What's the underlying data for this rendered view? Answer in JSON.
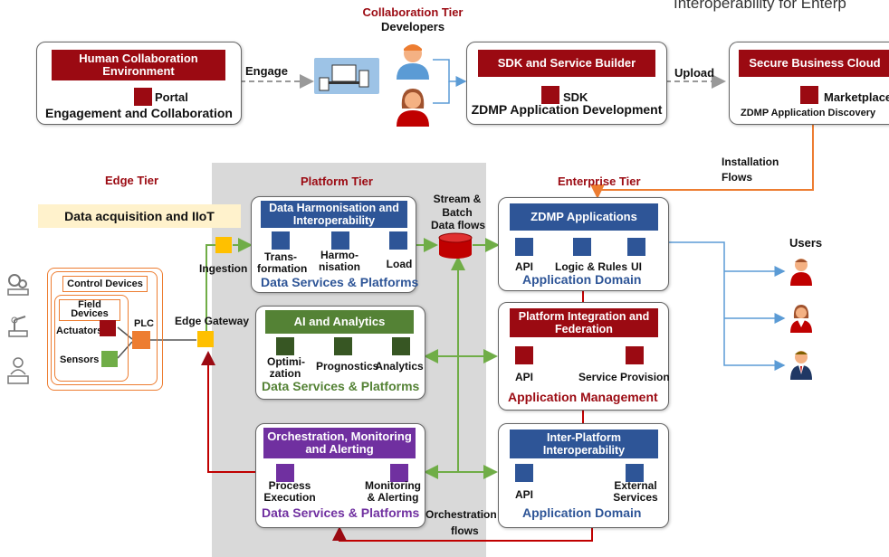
{
  "header": {
    "partial_title": "Interoperability for Enterp"
  },
  "tiers": {
    "collaboration": "Collaboration Tier",
    "developers": "Developers",
    "edge": "Edge Tier",
    "platform": "Platform Tier",
    "enterprise": "Enterprise Tier"
  },
  "collab": {
    "hce_title": "Human Collaboration Environment",
    "portal": "Portal",
    "engagement": "Engagement and Collaboration",
    "engage": "Engage",
    "sdk_builder_title": "SDK and Service Builder",
    "sdk": "SDK",
    "zdmp_dev": "ZDMP Application Development",
    "upload": "Upload",
    "cloud_title": "Secure Business Cloud",
    "marketplace": "Marketplace",
    "discovery": "ZDMP Application Discovery"
  },
  "flows": {
    "installation_1": "Installation",
    "installation_2": "Flows",
    "stream_1": "Stream &",
    "stream_2": "Batch",
    "stream_3": "Data flows",
    "orch_1": "Orchestration",
    "orch_2": "flows",
    "ingestion": "Ingestion",
    "edge_gateway": "Edge Gateway"
  },
  "edge": {
    "data_acq": "Data acquisition and IIoT",
    "control_devices": "Control Devices",
    "field_devices_1": "Field",
    "field_devices_2": "Devices",
    "actuators": "Actuators",
    "sensors": "Sensors",
    "plc": "PLC"
  },
  "platform": {
    "dh_title": "Data Harmonisation and Interoperability",
    "dh_items": [
      "Trans-\nformation",
      "Harmo-\nnisation",
      "Load"
    ],
    "ai_title": "AI and Analytics",
    "ai_items": [
      "Optimi-\nzation",
      "Prognostics",
      "Analytics"
    ],
    "orch_title": "Orchestration, Monitoring and Alerting",
    "orch_items": [
      "Process\nExecution",
      "Monitoring\n& Alerting"
    ],
    "footer": "Data Services & Platforms"
  },
  "enterprise": {
    "zdmp_title": "ZDMP Applications",
    "zdmp_items": [
      "API",
      "Logic & Rules",
      "UI"
    ],
    "zdmp_footer": "Application Domain",
    "pif_title": "Platform Integration and Federation",
    "pif_items": [
      "API",
      "Service Provision"
    ],
    "pif_footer": "Application Management",
    "ipi_title": "Inter-Platform Interoperability",
    "ipi_items": [
      "API",
      "External\nServices"
    ],
    "ipi_footer": "Application Domain"
  },
  "users": {
    "label": "Users"
  },
  "colors": {
    "red": "#9b0a12",
    "blue": "#2e5597",
    "green": "#548235",
    "purple": "#7030a0",
    "orange": "#ed7d31",
    "yellow": "#ffc000",
    "lightblue": "#5b9bd5"
  }
}
